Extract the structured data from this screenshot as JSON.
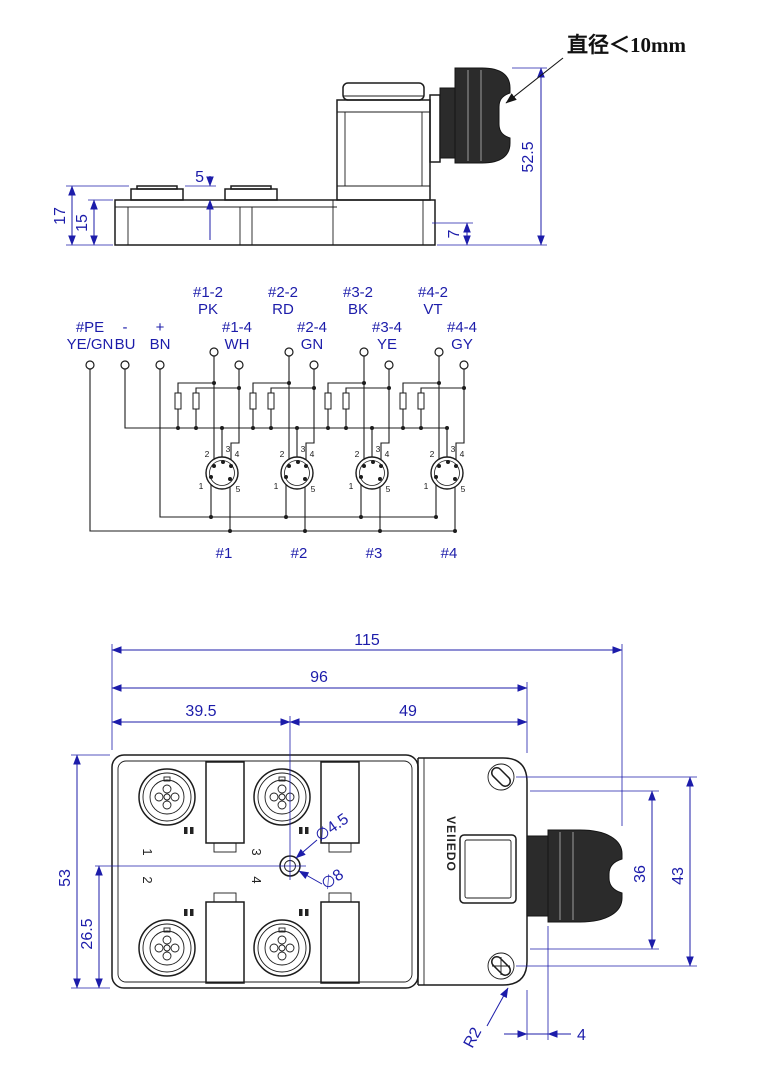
{
  "annotation": {
    "cable_note": "直径＜10mm"
  },
  "side_view": {
    "dim_height_total": "52.5",
    "dim_left_outer": "17",
    "dim_left_inner": "15",
    "dim_socket_height": "5",
    "dim_right_step": "7"
  },
  "wiring": {
    "terminals": {
      "pe_id": "#PE",
      "pe_color": "YE/GN",
      "minus_sign": "-",
      "minus_color": "BU",
      "plus_sign": "+",
      "plus_color": "BN"
    },
    "ports": [
      {
        "pin2_id": "#1-2",
        "pin2_color": "PK",
        "pin4_id": "#1-4",
        "pin4_color": "WH",
        "label": "#1"
      },
      {
        "pin2_id": "#2-2",
        "pin2_color": "RD",
        "pin4_id": "#2-4",
        "pin4_color": "GN",
        "label": "#2"
      },
      {
        "pin2_id": "#3-2",
        "pin2_color": "BK",
        "pin4_id": "#3-4",
        "pin4_color": "YE",
        "label": "#3"
      },
      {
        "pin2_id": "#4-2",
        "pin2_color": "VT",
        "pin4_id": "#4-4",
        "pin4_color": "GY",
        "label": "#4"
      }
    ],
    "pin_numbers": {
      "p1": "1",
      "p2": "2",
      "p3": "3",
      "p4": "4",
      "p5": "5"
    }
  },
  "top_view": {
    "dim_total_width": "115",
    "dim_body_width": "96",
    "dim_hole_x": "39.5",
    "dim_hole_to_right": "49",
    "dim_body_height": "53",
    "dim_hole_y": "26.5",
    "dim_inner_height": "36",
    "dim_slot_span": "43",
    "dim_flange": "4",
    "corner_radius": "R2",
    "hole_small": "∅4.5",
    "hole_large": "∅8",
    "port_numbers": [
      "1",
      "2",
      "3",
      "4"
    ],
    "brand": "VEIIEDO"
  },
  "colors": {
    "dimension_blue": "#1c1caa",
    "line_black": "#1c1c1c"
  }
}
